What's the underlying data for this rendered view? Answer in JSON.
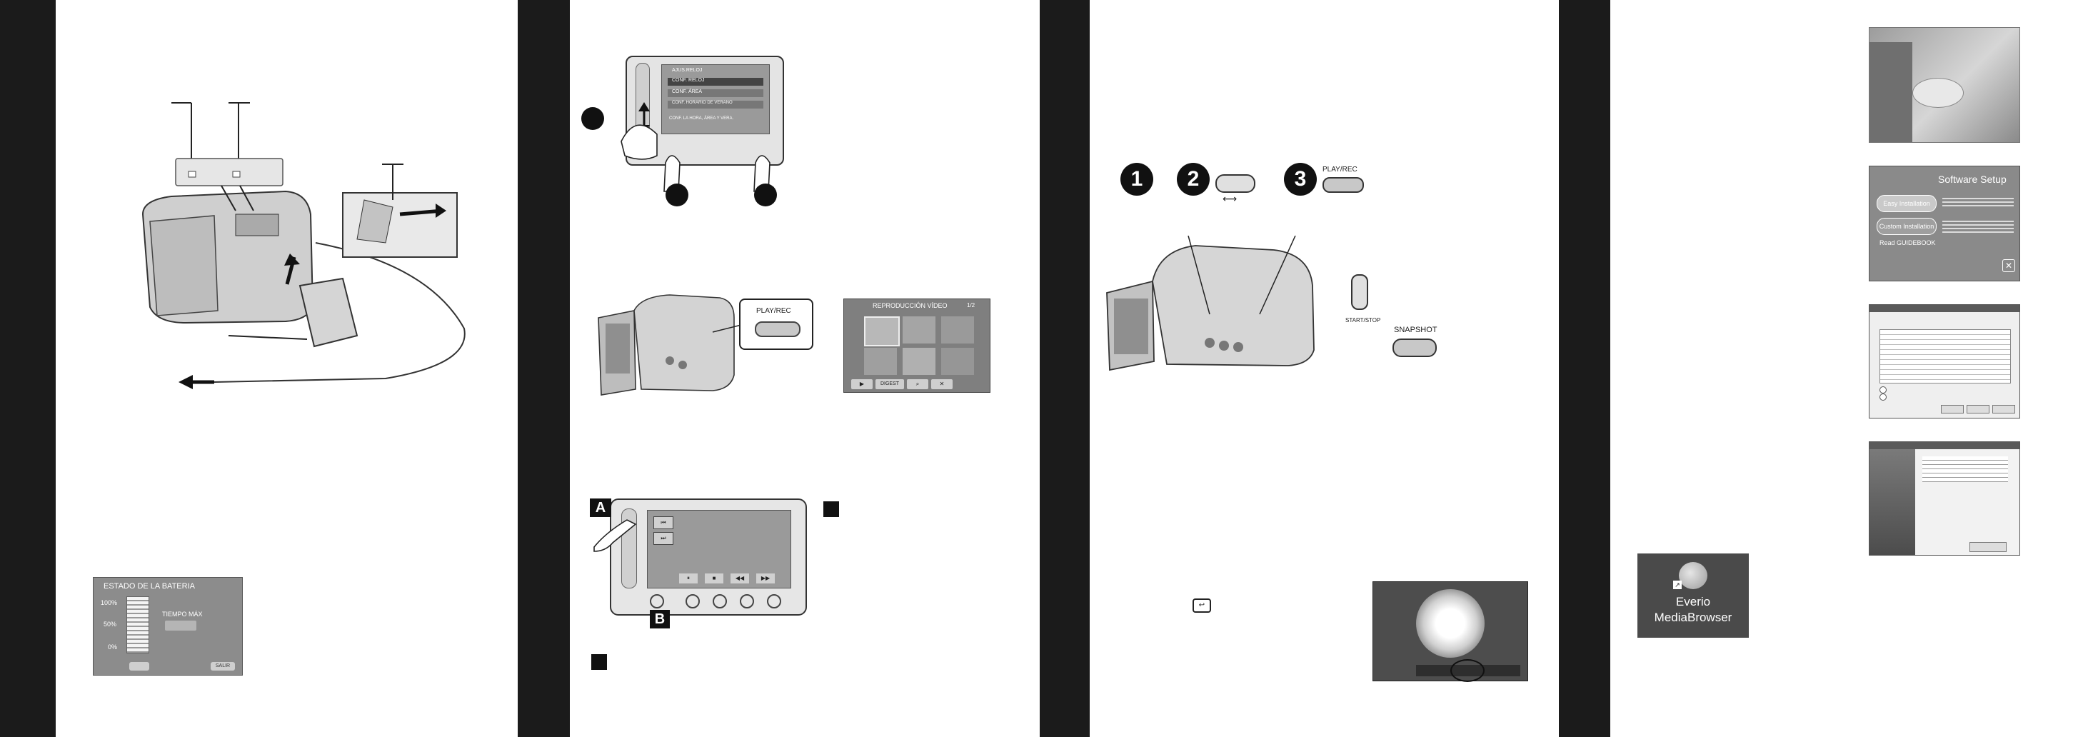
{
  "battery_screen": {
    "title": "ESTADO DE LA BATERIA",
    "level_100": "100%",
    "level_50": "50%",
    "level_0": "0%",
    "time_label": "TIEMPO MÁX",
    "exit_label": "SALIR"
  },
  "clock_menu": {
    "title": "AJUS.RELOJ",
    "items": [
      "CONF. RELOJ",
      "CONF. ÁREA",
      "CONF. HORARIO DE VERANO"
    ],
    "hint": "CONF. LA HORA, ÁREA Y VERA."
  },
  "playrec_label": "PLAY/REC",
  "playback_screen": {
    "title": "REPRODUCCIÓN VÍDEO",
    "counter": "1/2",
    "digest_label": "DIGEST"
  },
  "diagram_labels": {
    "start_stop": "START/STOP",
    "snapshot": "SNAPSHOT",
    "letter_a": "A",
    "letter_b": "B",
    "step_1": "1",
    "step_2": "2",
    "step_3": "3"
  },
  "software_setup": {
    "title": "Software Setup",
    "easy_installation": "Easy Installation",
    "custom_installation": "Custom Installation",
    "read_guidebook": "Read GUIDEBOOK"
  },
  "everio_icon": {
    "line1": "Everio",
    "line2": "MediaBrowser"
  },
  "colors": {
    "dark_bar": "#1b1b1b",
    "button_gray": "#c8c8c8"
  }
}
